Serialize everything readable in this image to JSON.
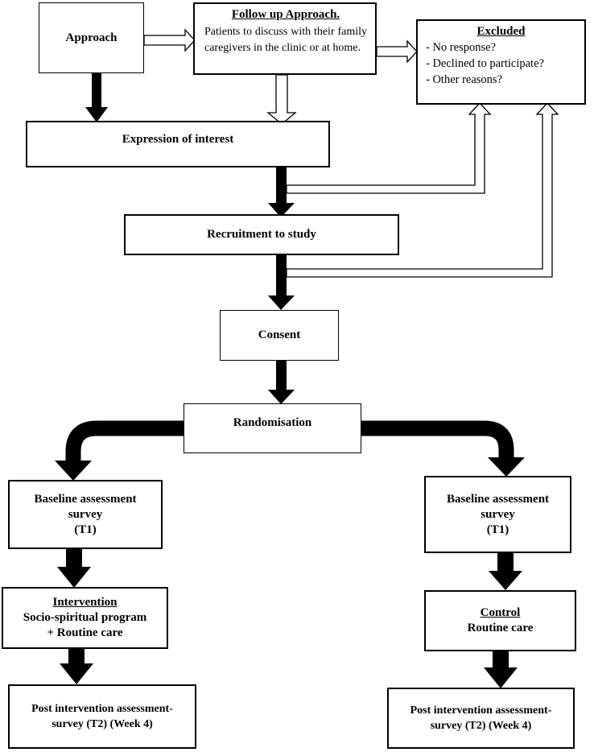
{
  "nodes": {
    "approach": {
      "label": "Approach"
    },
    "follow_up": {
      "title": "Follow up Approach.",
      "text": "Patients to discuss with their family caregivers in the clinic or at home."
    },
    "excluded": {
      "title": "Excluded",
      "items": [
        "- No response?",
        "- Declined to participate?",
        "- Other reasons?"
      ]
    },
    "expression": {
      "label": "Expression of interest"
    },
    "recruitment": {
      "label": "Recruitment to study"
    },
    "consent": {
      "label": "Consent"
    },
    "randomisation": {
      "label": "Randomisation"
    },
    "baseline_left": {
      "line1": "Baseline assessment",
      "line2": "survey",
      "line3": "(T1)"
    },
    "baseline_right": {
      "line1": "Baseline assessment",
      "line2": "survey",
      "line3": "(T1)"
    },
    "intervention": {
      "title": "Intervention",
      "line1": "Socio-spiritual program",
      "line2": "+ Routine care"
    },
    "control": {
      "title": "Control",
      "line1": "Routine care"
    },
    "post_left": {
      "line1": "Post intervention assessment-",
      "line2": "survey (T2) (Week 4)"
    },
    "post_right": {
      "line1": "Post intervention assessment-",
      "line2": "survey (T2) (Week 4)"
    }
  },
  "arrow_styles": {
    "solid": "#000000",
    "hollow_fill": "#ffffff",
    "hollow_stroke": "#000000"
  }
}
